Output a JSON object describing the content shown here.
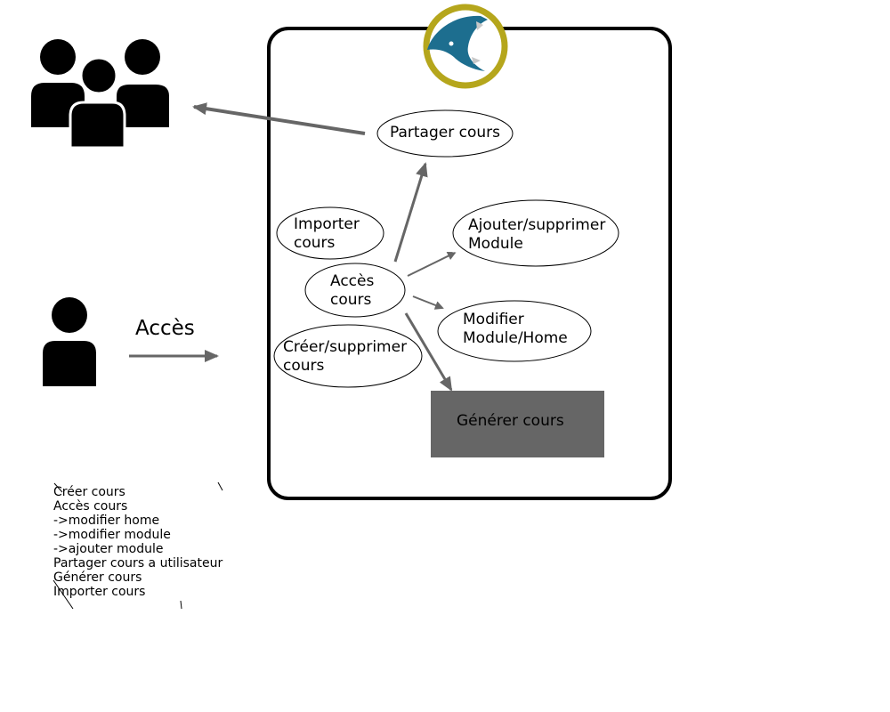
{
  "diagram": {
    "actor_label": "Accès",
    "nodes": {
      "partager": "Partager cours",
      "importer_l1": "Importer",
      "importer_l2": "cours",
      "ajouter_l1": "Ajouter/supprimer",
      "ajouter_l2": "Module",
      "acces_l1": "Accès",
      "acces_l2": "cours",
      "modifier_l1": "Modifier",
      "modifier_l2": "Module/Home",
      "creer_l1": "Créer/supprimer",
      "creer_l2": "cours",
      "generer": "Générer cours"
    }
  },
  "notes": [
    "Créer cours",
    "Accès cours",
    "->modifier home",
    "->modifier module",
    "->ajouter module",
    "Partager cours a utilisateur",
    "Générer cours",
    "Importer cours"
  ],
  "colors": {
    "arrow": "#666666",
    "box_border": "#000000",
    "logo_ring": "#b5a61c",
    "logo_fish": "#1d6e8f",
    "generate_fill": "#666666"
  }
}
